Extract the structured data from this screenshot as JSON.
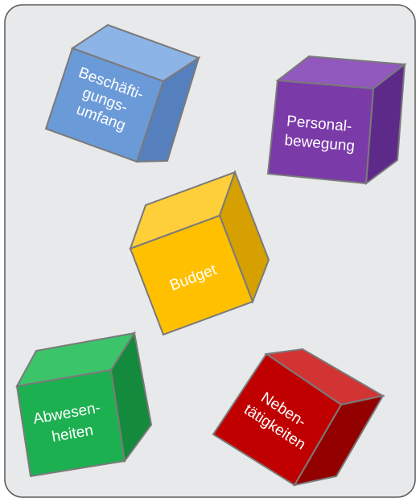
{
  "panel": {
    "background": "#e8e9eb",
    "border": "#5a5a5a"
  },
  "cubes": [
    {
      "id": "beschaeftigungsumfang",
      "lines": [
        "Beschäfti-",
        "gungs-",
        "umfang"
      ],
      "colors": {
        "front": "#6b9ad8",
        "top": "#8db4e6",
        "side": "#5580bd"
      }
    },
    {
      "id": "personalbewegung",
      "lines": [
        "Personal-",
        "bewegung"
      ],
      "colors": {
        "front": "#7a3aa8",
        "top": "#9158bd",
        "side": "#5e2a8a"
      }
    },
    {
      "id": "budget",
      "lines": [
        "Budget"
      ],
      "colors": {
        "front": "#ffc000",
        "top": "#ffcf3a",
        "side": "#d6a000"
      }
    },
    {
      "id": "abwesenheiten",
      "lines": [
        "Abwesen-",
        "heiten"
      ],
      "colors": {
        "front": "#1db050",
        "top": "#3cc46a",
        "side": "#138a3c"
      }
    },
    {
      "id": "nebentaetigkeiten",
      "lines": [
        "Neben-",
        "tätigkeiten"
      ],
      "colors": {
        "front": "#c00000",
        "top": "#d23434",
        "side": "#930000"
      }
    }
  ]
}
